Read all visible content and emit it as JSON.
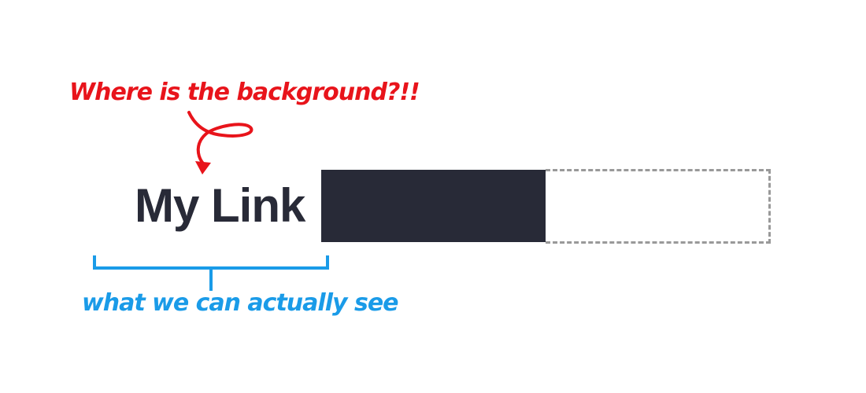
{
  "annotations": {
    "top_note": "Where is the background?!!",
    "bottom_note": "what we can actually see"
  },
  "link": {
    "label": "My Link"
  },
  "colors": {
    "note_red": "#e8141b",
    "note_blue": "#1a9be8",
    "dark_fill": "#282a37",
    "dashed_border": "#999999",
    "text_dark": "#282a37"
  },
  "icons": {
    "arrow": "curly-arrow-icon",
    "bracket": "bracket-icon"
  }
}
